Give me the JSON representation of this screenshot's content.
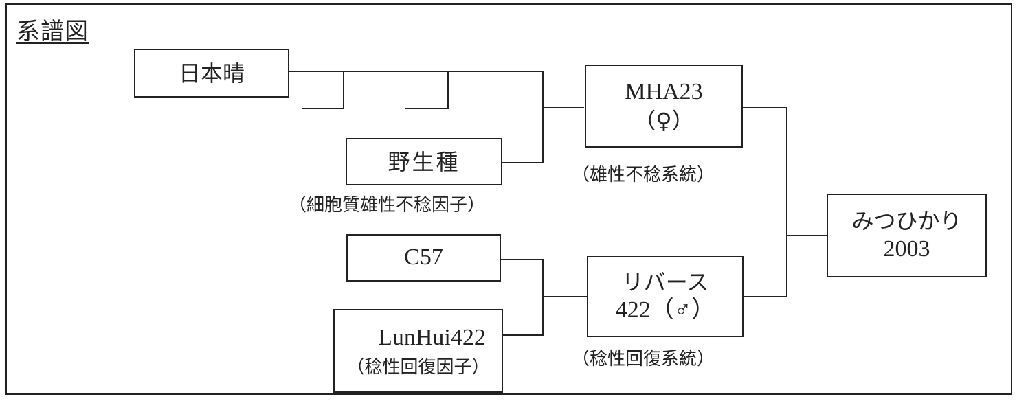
{
  "title": "系譜図",
  "nodes": {
    "nipponbare": "日本晴",
    "wild_species": "野生種",
    "wild_species_note": "（細胞質雄性不稔因子）",
    "mha23_line1": "MHA23",
    "mha23_line2": "（♀）",
    "mha23_note": "（雄性不稔系統）",
    "c57": "C57",
    "lunhui_line1": "LunHui422",
    "lunhui_line2": "（稔性回復因子）",
    "reverse_line1": "リバース",
    "reverse_line2": "422（♂）",
    "reverse_note": "（稔性回復系統）",
    "mitsuhikari_line1": "みつひかり",
    "mitsuhikari_line2": "2003"
  }
}
